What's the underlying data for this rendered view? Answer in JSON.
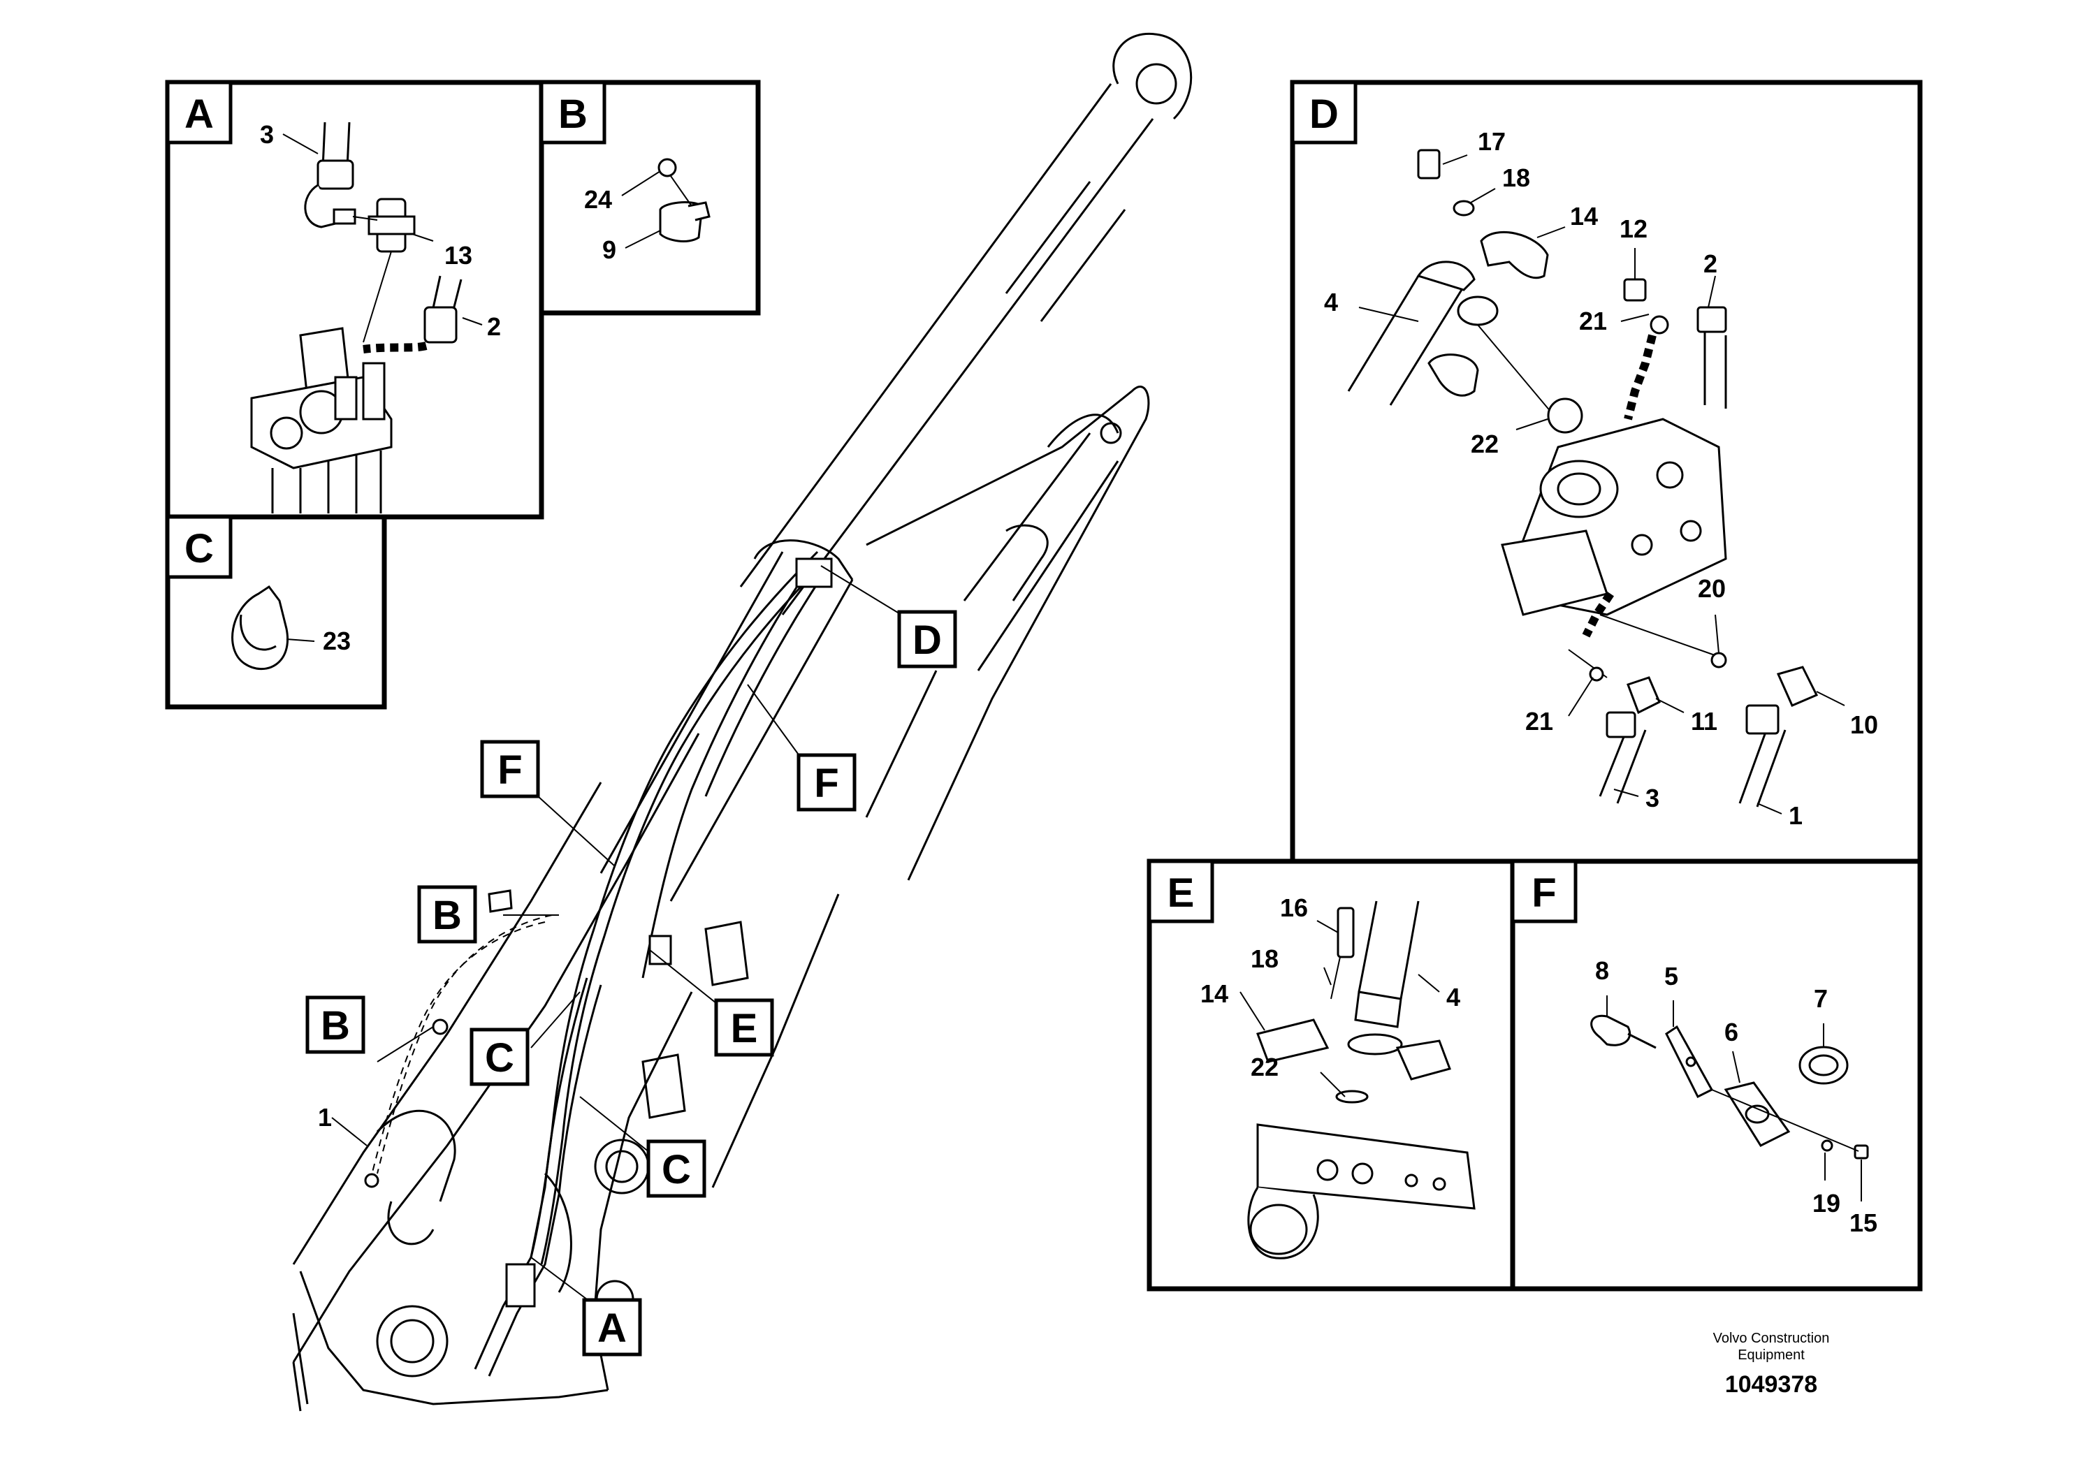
{
  "panels": {
    "A": {
      "label": "A",
      "parts": [
        "3",
        "13",
        "2"
      ]
    },
    "B": {
      "label": "B",
      "parts": [
        "24",
        "9"
      ]
    },
    "C": {
      "label": "C",
      "parts": [
        "23"
      ]
    },
    "D": {
      "label": "D",
      "parts": [
        "17",
        "18",
        "14",
        "12",
        "2",
        "4",
        "21",
        "22",
        "20",
        "21",
        "11",
        "10",
        "3",
        "1"
      ]
    },
    "E": {
      "label": "E",
      "parts": [
        "16",
        "18",
        "14",
        "4",
        "22"
      ]
    },
    "F": {
      "label": "F",
      "parts": [
        "8",
        "5",
        "7",
        "6",
        "19",
        "15"
      ]
    }
  },
  "main_callouts": [
    "D",
    "F",
    "F",
    "B",
    "B",
    "E",
    "C",
    "C",
    "A"
  ],
  "main_parts": [
    "1"
  ],
  "footer": {
    "company_line1": "Volvo Construction",
    "company_line2": "Equipment",
    "drawing_number": "1049378"
  }
}
